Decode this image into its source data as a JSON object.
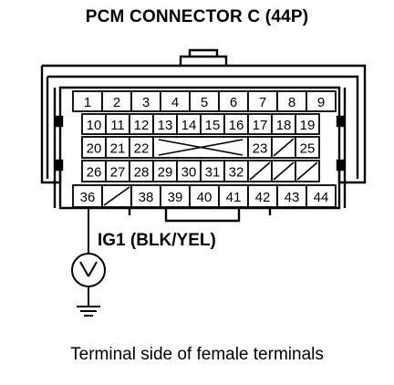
{
  "diagram": {
    "title": "PCM CONNECTOR C (44P)",
    "wire_label": "IG1 (BLK/YEL)",
    "caption": "Terminal side of female terminals",
    "highlighted_terminal": "36",
    "rows": [
      [
        "1",
        "2",
        "3",
        "4",
        "5",
        "6",
        "7",
        "8",
        "9"
      ],
      [
        "10",
        "11",
        "12",
        "13",
        "14",
        "15",
        "16",
        "17",
        "18",
        "19"
      ],
      [
        "20",
        "21",
        "22",
        "",
        "",
        "",
        "",
        "23",
        "",
        "25"
      ],
      [
        "26",
        "27",
        "28",
        "29",
        "30",
        "31",
        "32",
        "",
        "",
        ""
      ],
      [
        "36",
        "",
        "38",
        "39",
        "40",
        "41",
        "42",
        "43",
        "44"
      ]
    ],
    "empty_cells_note": ""
  }
}
